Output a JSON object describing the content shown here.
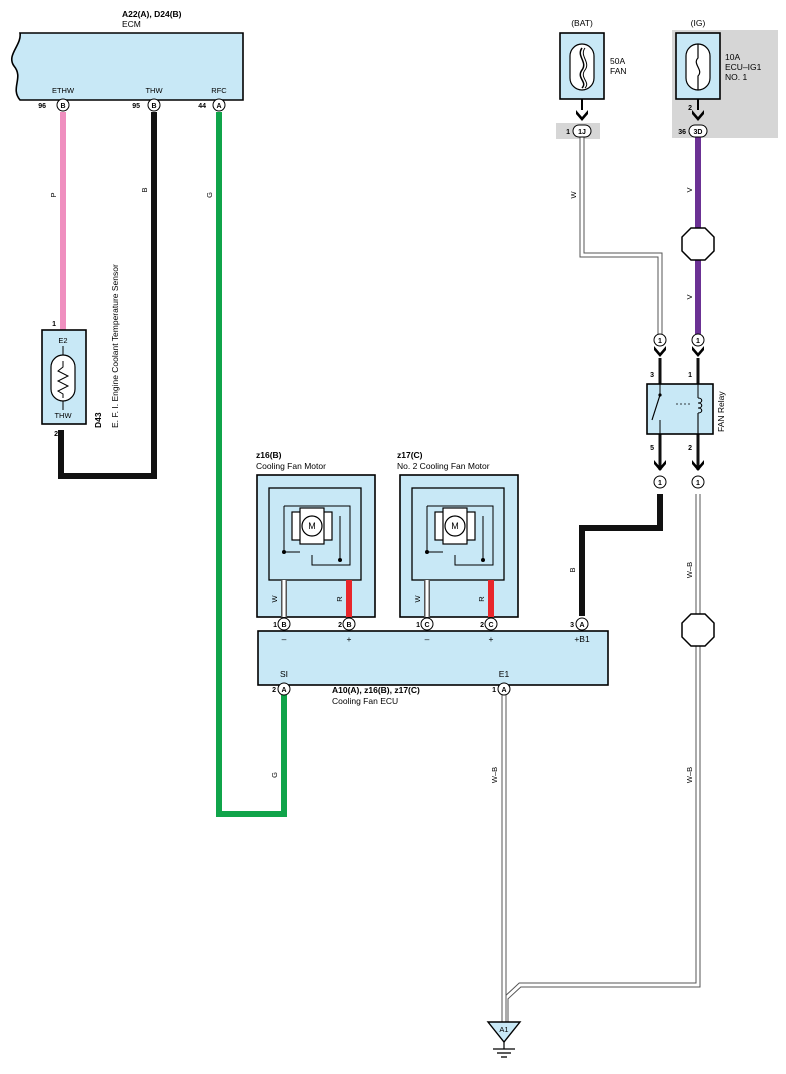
{
  "ecm": {
    "code": "A22(A), D24(B)",
    "name": "ECM",
    "pins": [
      {
        "label": "ETHW",
        "num": "96",
        "conn": "B"
      },
      {
        "label": "THW",
        "num": "95",
        "conn": "B"
      },
      {
        "label": "RFC",
        "num": "44",
        "conn": "A"
      }
    ]
  },
  "sensor": {
    "code": "D43",
    "name": "E. F. I.  Engine Coolant Temperature Sensor",
    "pin_top_num": "1",
    "pin_top_label": "E2",
    "pin_bottom_num": "2",
    "pin_bottom_label": "THW"
  },
  "bat_fuse": {
    "header": "(BAT)",
    "rating": "50A",
    "name": "FAN",
    "pin_num": "1",
    "conn": "1J"
  },
  "ig_fuse": {
    "header": "(IG)",
    "rating": "10A",
    "name_line1": "ECU–IG1",
    "name_line2": "NO. 1",
    "pin_top": "2",
    "pin_num": "36",
    "conn": "3D"
  },
  "relay": {
    "name": "FAN Relay",
    "pins": [
      "3",
      "1",
      "5",
      "2"
    ],
    "conn": "1"
  },
  "motor1": {
    "code": "z16(B)",
    "name": "Cooling Fan Motor",
    "symbol": "M",
    "wire_left": "W",
    "wire_right": "R"
  },
  "motor2": {
    "code": "z17(C)",
    "name": "No.  2 Cooling Fan Motor",
    "symbol": "M",
    "wire_left": "W",
    "wire_right": "R"
  },
  "fan_ecu": {
    "code": "A10(A), z16(B), z17(C)",
    "name": "Cooling Fan ECU",
    "top_pins": [
      {
        "num": "1",
        "conn": "B",
        "label": "–"
      },
      {
        "num": "2",
        "conn": "B",
        "label": "+"
      },
      {
        "num": "1",
        "conn": "C",
        "label": "–"
      },
      {
        "num": "2",
        "conn": "C",
        "label": "+"
      },
      {
        "num": "3",
        "conn": "A",
        "label": "+B1"
      }
    ],
    "bottom_pins": [
      {
        "num": "2",
        "conn": "A",
        "label": "SI"
      },
      {
        "num": "1",
        "conn": "A",
        "label": "E1"
      }
    ]
  },
  "ground": {
    "label": "A1"
  },
  "wires": {
    "ethw": "P",
    "thw": "B",
    "rfc": "G",
    "bat": "W",
    "ig_upper": "V",
    "ig_lower": "V",
    "b1": "B",
    "wb_right_upper": "W–B",
    "wb_right_lower": "W–B",
    "si": "G",
    "e1": "W–B"
  },
  "colors": {
    "component_fill": "#c8e8f6",
    "pink": "#ef8fbf",
    "green": "#10a44a",
    "purple": "#6b3194",
    "red": "#e8262b",
    "black": "#111111",
    "gray_panel": "#d6d6d6"
  }
}
